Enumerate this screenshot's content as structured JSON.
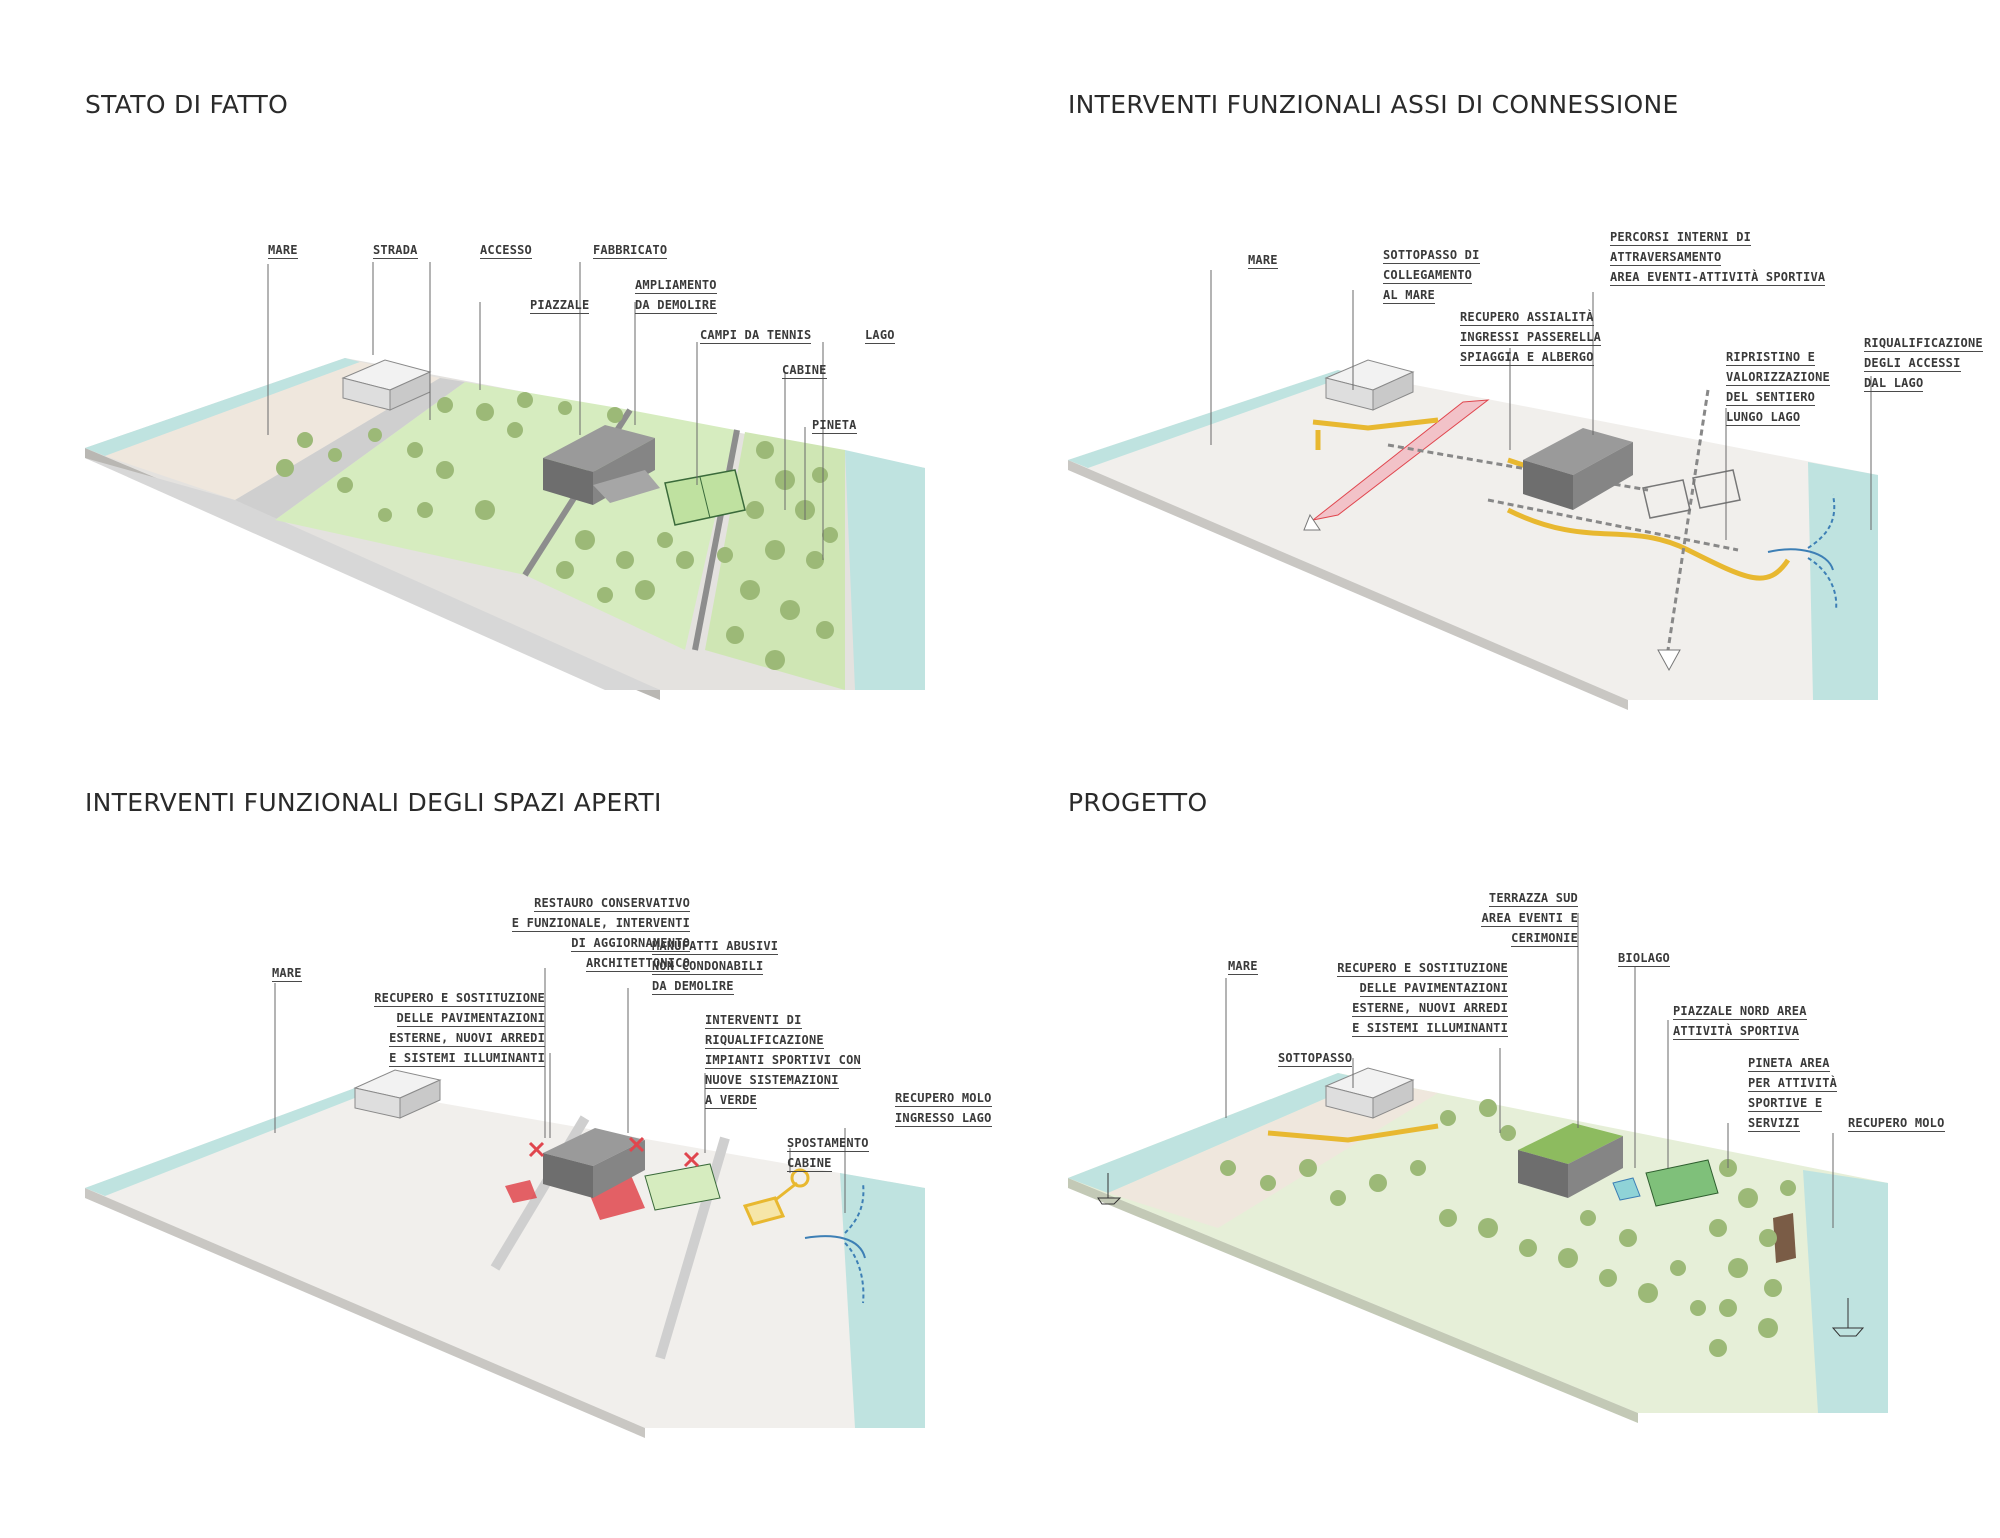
{
  "panels": [
    {
      "id": "stato",
      "title": "STATO DI FATTO",
      "labels": [
        {
          "key": "mare",
          "lines": [
            "MARE"
          ]
        },
        {
          "key": "strada",
          "lines": [
            "STRADA"
          ]
        },
        {
          "key": "accesso",
          "lines": [
            "ACCESSO"
          ]
        },
        {
          "key": "fabbricato",
          "lines": [
            "FABBRICATO"
          ]
        },
        {
          "key": "piazzale",
          "lines": [
            "PIAZZALE"
          ]
        },
        {
          "key": "ampliamento",
          "lines": [
            "AMPLIAMENTO",
            "DA DEMOLIRE"
          ]
        },
        {
          "key": "campi",
          "lines": [
            "CAMPI DA TENNIS"
          ]
        },
        {
          "key": "lago",
          "lines": [
            "LAGO"
          ]
        },
        {
          "key": "cabine",
          "lines": [
            "CABINE"
          ]
        },
        {
          "key": "pineta",
          "lines": [
            "PINETA"
          ]
        }
      ]
    },
    {
      "id": "assi",
      "title": "INTERVENTI FUNZIONALI ASSI DI CONNESSIONE",
      "labels": [
        {
          "key": "mare",
          "lines": [
            "MARE"
          ]
        },
        {
          "key": "sottopasso",
          "lines": [
            "SOTTOPASSO DI",
            "COLLEGAMENTO",
            "AL MARE"
          ]
        },
        {
          "key": "percorsi",
          "lines": [
            "PERCORSI INTERNI DI",
            "ATTRAVERSAMENTO",
            "AREA EVENTI-ATTIVITÀ SPORTIVA"
          ]
        },
        {
          "key": "recupero",
          "lines": [
            "RECUPERO ASSIALITÀ",
            "INGRESSI PASSERELLA",
            "SPIAGGIA E ALBERGO"
          ]
        },
        {
          "key": "ripristino",
          "lines": [
            "RIPRISTINO E",
            "VALORIZZAZIONE",
            "DEL SENTIERO",
            "LUNGO LAGO"
          ]
        },
        {
          "key": "riqualificazione",
          "lines": [
            "RIQUALIFICAZIONE",
            "DEGLI ACCESSI",
            "DAL LAGO"
          ]
        }
      ]
    },
    {
      "id": "spazi",
      "title": "INTERVENTI FUNZIONALI DEGLI SPAZI APERTI",
      "labels": [
        {
          "key": "restauro",
          "lines": [
            "RESTAURO CONSERVATIVO",
            "E FUNZIONALE, INTERVENTI",
            "DI AGGIORNAMENTO",
            "ARCHITETTONICO"
          ]
        },
        {
          "key": "mare",
          "lines": [
            "MARE"
          ]
        },
        {
          "key": "manufatti",
          "lines": [
            "MANUFATTI ABUSIVI",
            "NON CONDONABILI",
            "DA DEMOLIRE"
          ]
        },
        {
          "key": "recupero_pav",
          "lines": [
            "RECUPERO E SOSTITUZIONE",
            "DELLE PAVIMENTAZIONI",
            "ESTERNE, NUOVI ARREDI",
            "E SISTEMI ILLUMINANTI"
          ]
        },
        {
          "key": "interventi",
          "lines": [
            "INTERVENTI DI",
            "RIQUALIFICAZIONE",
            "IMPIANTI SPORTIVI CON",
            "NUOVE SISTEMAZIONI",
            "A VERDE"
          ]
        },
        {
          "key": "molo",
          "lines": [
            "RECUPERO MOLO",
            "INGRESSO LAGO"
          ]
        },
        {
          "key": "cabine",
          "lines": [
            "SPOSTAMENTO",
            "CABINE"
          ]
        }
      ]
    },
    {
      "id": "progetto",
      "title": "PROGETTO",
      "labels": [
        {
          "key": "terrazza",
          "lines": [
            "TERRAZZA SUD",
            "AREA EVENTI E",
            "CERIMONIE"
          ]
        },
        {
          "key": "biolago",
          "lines": [
            "BIOLAGO"
          ]
        },
        {
          "key": "mare",
          "lines": [
            "MARE"
          ]
        },
        {
          "key": "recupero_pav",
          "lines": [
            "RECUPERO E SOSTITUZIONE",
            "DELLE PAVIMENTAZIONI",
            "ESTERNE, NUOVI ARREDI",
            "E SISTEMI ILLUMINANTI"
          ]
        },
        {
          "key": "piazzale",
          "lines": [
            "PIAZZALE NORD AREA",
            "ATTIVITÀ SPORTIVA"
          ]
        },
        {
          "key": "sottopasso",
          "lines": [
            "SOTTOPASSO"
          ]
        },
        {
          "key": "pineta",
          "lines": [
            "PINETA AREA",
            "PER ATTIVITÀ",
            "SPORTIVE E",
            "SERVIZI"
          ]
        },
        {
          "key": "molo",
          "lines": [
            "RECUPERO MOLO"
          ]
        }
      ]
    }
  ],
  "colors": {
    "water": "#bfe3e0",
    "grass": "#d6ecbf",
    "tree": "#9cb977",
    "sand": "#efe7dd",
    "road": "#cfcfcf",
    "plan": "#f1efec",
    "highlight_red": "#e0464e",
    "highlight_yellow": "#e8b830",
    "accent_blue": "#3d7fb5"
  }
}
